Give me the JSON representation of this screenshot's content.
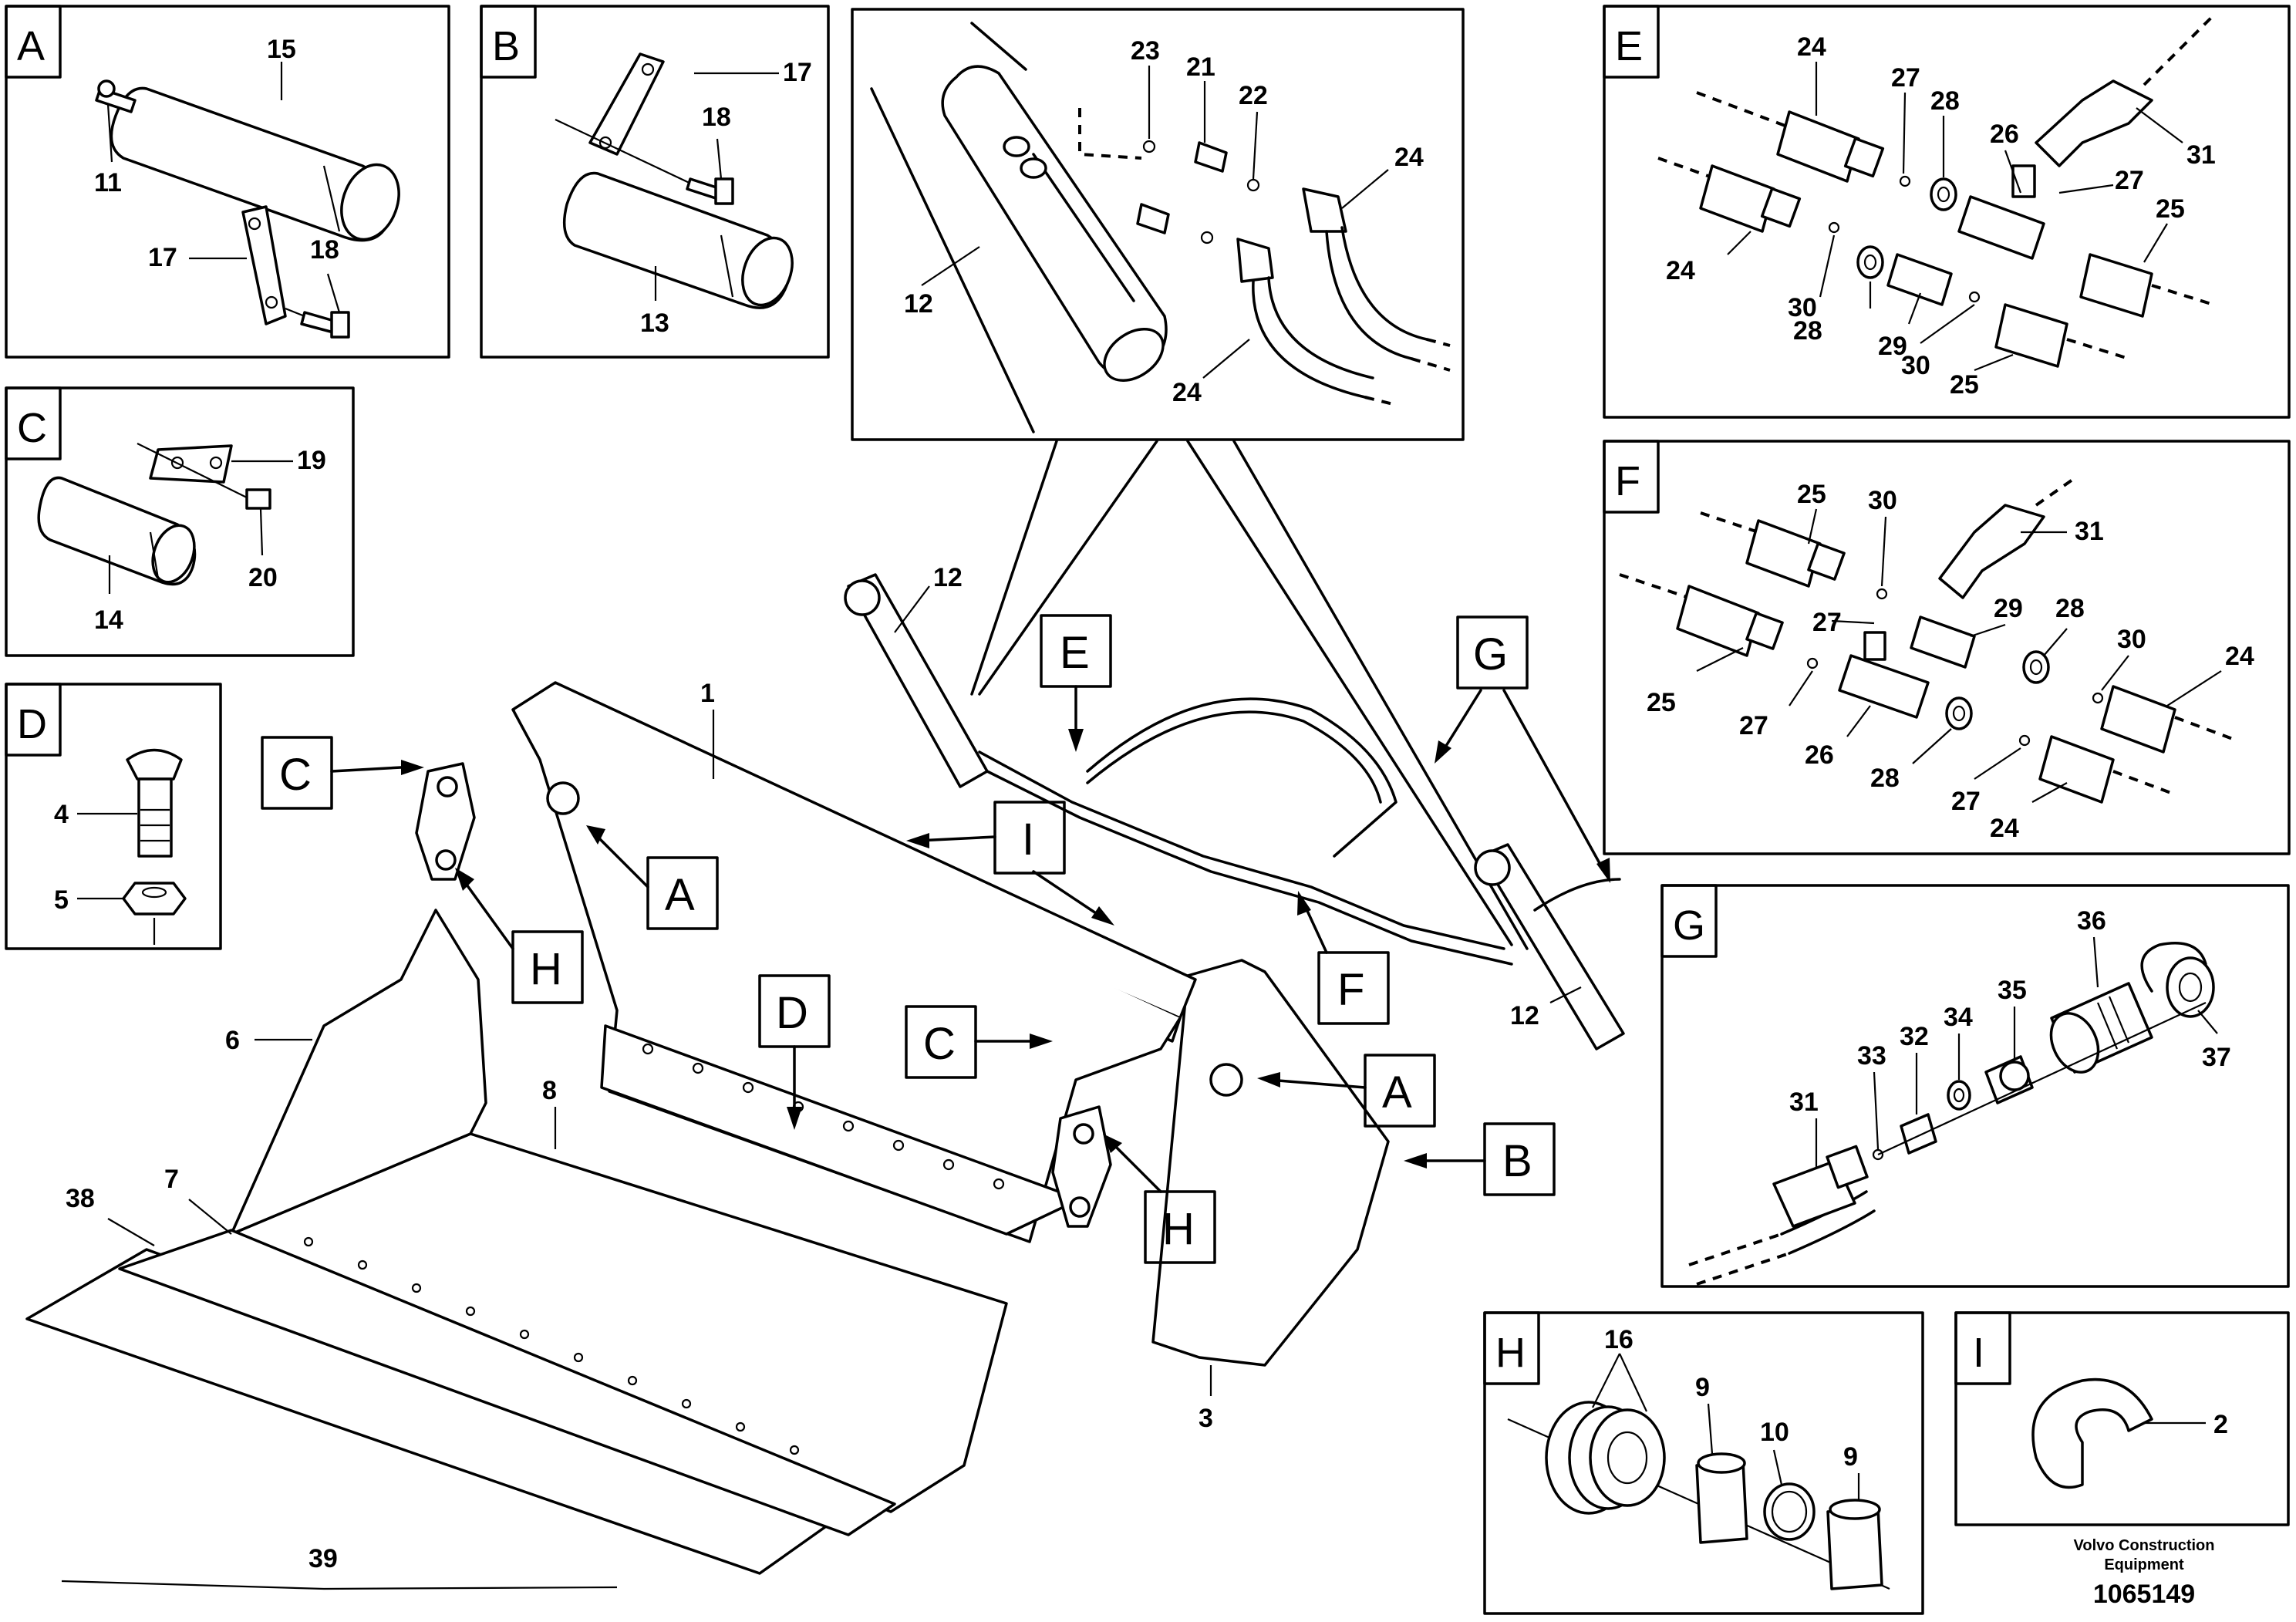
{
  "panels": {
    "A": {
      "letter": "A",
      "labels": [
        "15",
        "11",
        "17",
        "18"
      ]
    },
    "B": {
      "letter": "B",
      "labels": [
        "17",
        "18",
        "13"
      ]
    },
    "C": {
      "letter": "C",
      "labels": [
        "19",
        "20",
        "14"
      ]
    },
    "D": {
      "letter": "D",
      "labels": [
        "4",
        "5"
      ]
    },
    "detail": {
      "labels": [
        "23",
        "21",
        "22",
        "24",
        "12",
        "24"
      ]
    },
    "E": {
      "letter": "E",
      "labels": [
        "24",
        "27",
        "28",
        "26",
        "31",
        "27",
        "25",
        "24",
        "30",
        "28",
        "29",
        "30",
        "25"
      ]
    },
    "F": {
      "letter": "F",
      "labels": [
        "25",
        "30",
        "31",
        "29",
        "28",
        "30",
        "27",
        "24",
        "25",
        "27",
        "26",
        "28",
        "27",
        "24"
      ]
    },
    "G": {
      "letter": "G",
      "labels": [
        "36",
        "35",
        "34",
        "32",
        "33",
        "37",
        "31"
      ]
    },
    "H": {
      "letter": "H",
      "labels": [
        "16",
        "9",
        "10",
        "9"
      ]
    },
    "I": {
      "letter": "I",
      "labels": [
        "2"
      ]
    }
  },
  "main": {
    "labels": [
      "1",
      "12",
      "12",
      "6",
      "8",
      "7",
      "38",
      "39",
      "3"
    ],
    "callouts": [
      "C",
      "A",
      "H",
      "I",
      "E",
      "G",
      "D",
      "C",
      "A",
      "B",
      "H",
      "F"
    ]
  },
  "footer": {
    "credit_line1": "Volvo Construction",
    "credit_line2": "Equipment",
    "doc_number": "1065149"
  }
}
